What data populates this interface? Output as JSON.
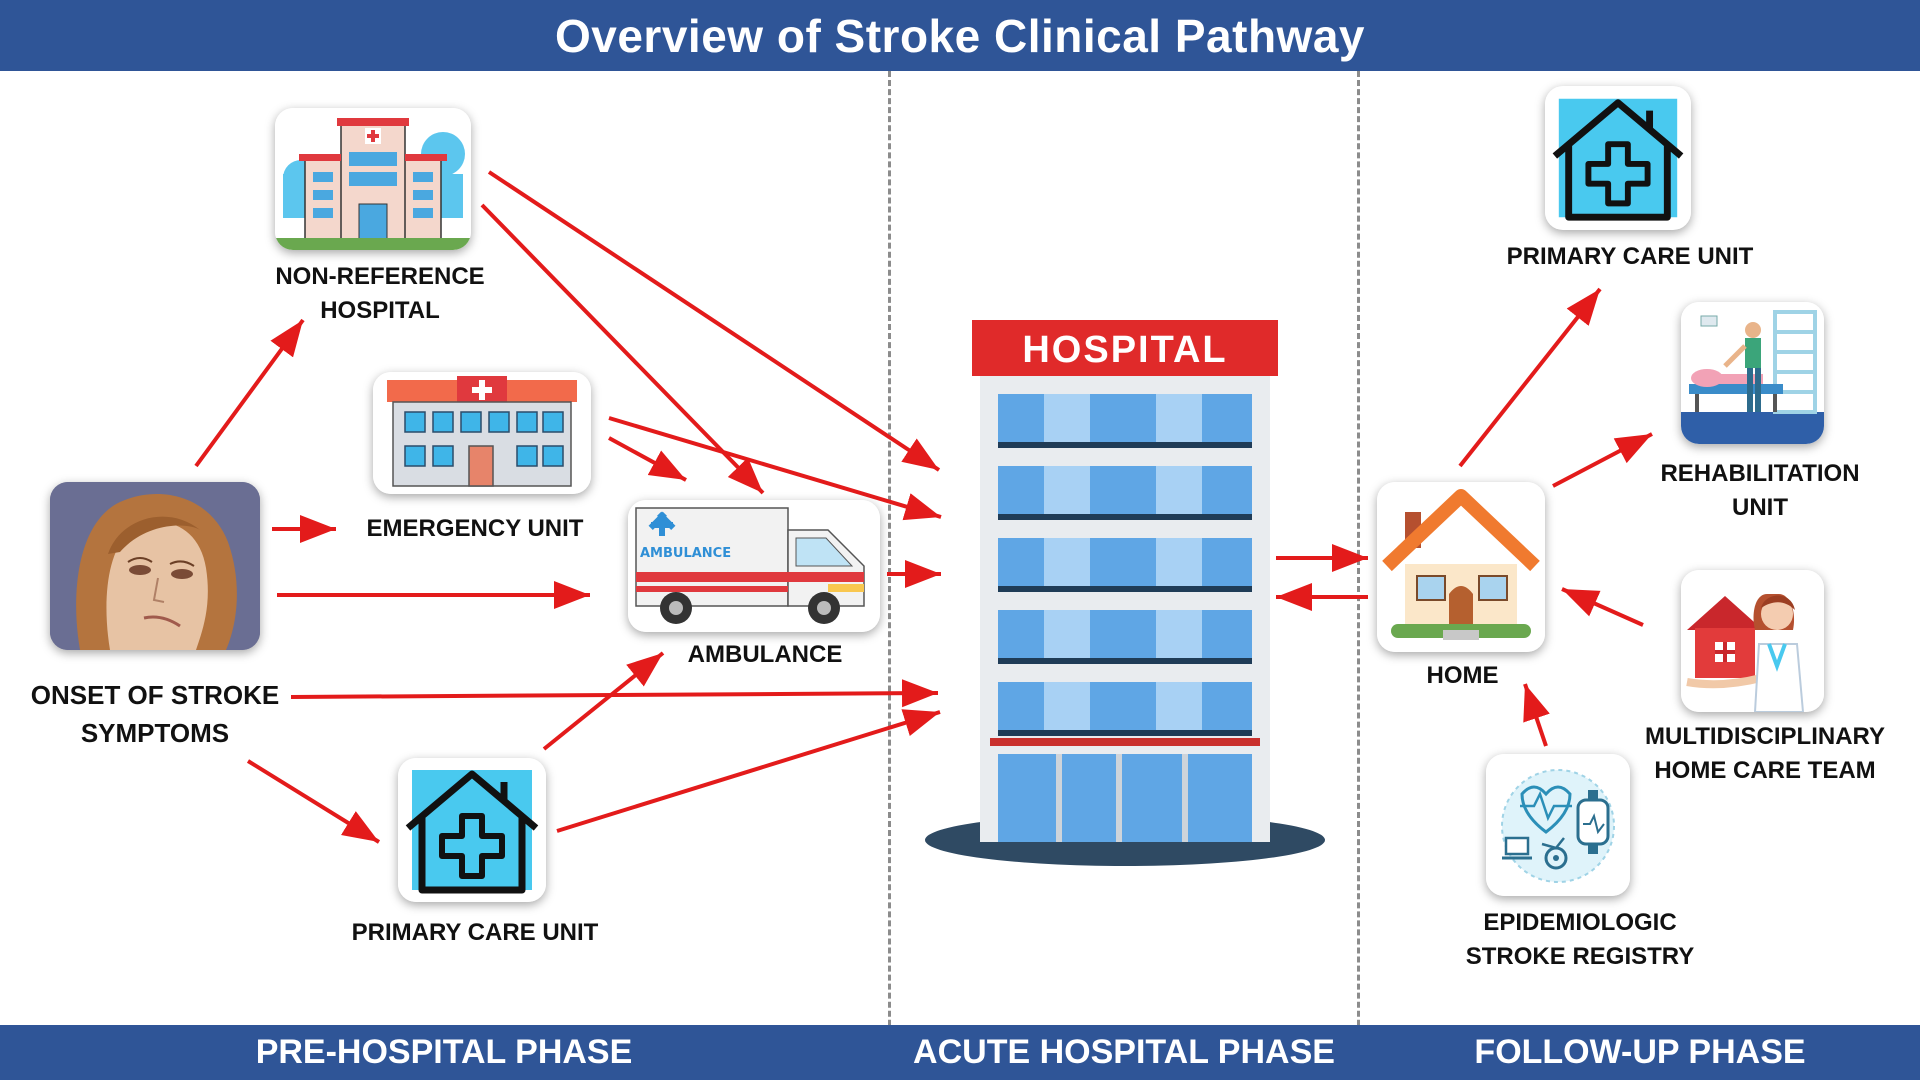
{
  "title": "Overview of Stroke Clinical Pathway",
  "phases": {
    "pre_hospital": "PRE-HOSPITAL PHASE",
    "acute_hospital": "ACUTE HOSPITAL PHASE",
    "follow_up": "FOLLOW-UP PHASE"
  },
  "nodes": {
    "onset": {
      "line1": "ONSET OF STROKE",
      "line2": "SYMPTOMS"
    },
    "non_reference_hospital": {
      "line1": "NON-REFERENCE",
      "line2": "HOSPITAL"
    },
    "emergency_unit": {
      "label": "EMERGENCY UNIT"
    },
    "ambulance": {
      "label": "AMBULANCE",
      "vehicle_text": "AMBULANCE"
    },
    "primary_care_pre": {
      "label": "PRIMARY CARE UNIT"
    },
    "hospital": {
      "sign": "HOSPITAL"
    },
    "home": {
      "label": "HOME"
    },
    "primary_care_follow": {
      "label": "PRIMARY CARE UNIT"
    },
    "rehabilitation_unit": {
      "line1": "REHABILITATION",
      "line2": "UNIT"
    },
    "home_care_team": {
      "line1": "MULTIDISCIPLINARY",
      "line2": "HOME CARE TEAM"
    },
    "stroke_registry": {
      "line1": "EPIDEMIOLOGIC",
      "line2": "STROKE REGISTRY"
    }
  },
  "colors": {
    "banner": "#2f5597",
    "arrow": "#e31b1b",
    "sign_red": "#e02a2a",
    "icon_cyan": "#49c9ef"
  }
}
